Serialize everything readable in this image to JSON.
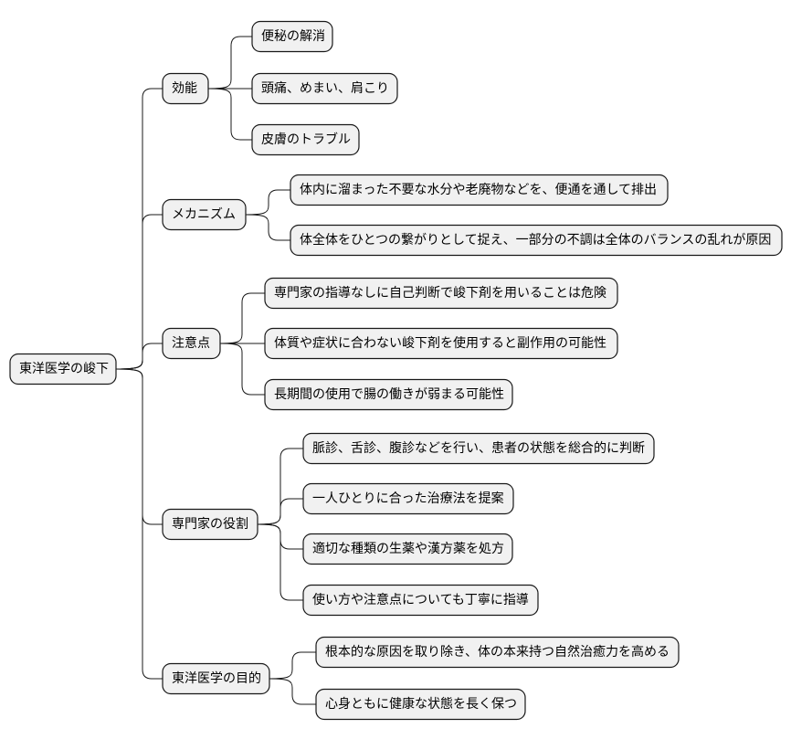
{
  "root": {
    "label": "東洋医学の峻下"
  },
  "branches": [
    {
      "label": "効能",
      "children": [
        "便秘の解消",
        "頭痛、めまい、肩こり",
        "皮膚のトラブル"
      ]
    },
    {
      "label": "メカニズム",
      "children": [
        "体内に溜まった不要な水分や老廃物などを、便通を通して排出",
        "体全体をひとつの繋がりとして捉え、一部分の不調は全体のバランスの乱れが原因"
      ]
    },
    {
      "label": "注意点",
      "children": [
        "専門家の指導なしに自己判断で峻下剤を用いることは危険",
        "体質や症状に合わない峻下剤を使用すると副作用の可能性",
        "長期間の使用で腸の働きが弱まる可能性"
      ]
    },
    {
      "label": "専門家の役割",
      "children": [
        "脈診、舌診、腹診などを行い、患者の状態を総合的に判断",
        "一人ひとりに合った治療法を提案",
        "適切な種類の生薬や漢方薬を処方",
        "使い方や注意点についても丁寧に指導"
      ]
    },
    {
      "label": "東洋医学の目的",
      "children": [
        "根本的な原因を取り除き、体の本来持つ自然治癒力を高める",
        "心身ともに健康な状態を長く保つ"
      ]
    }
  ]
}
